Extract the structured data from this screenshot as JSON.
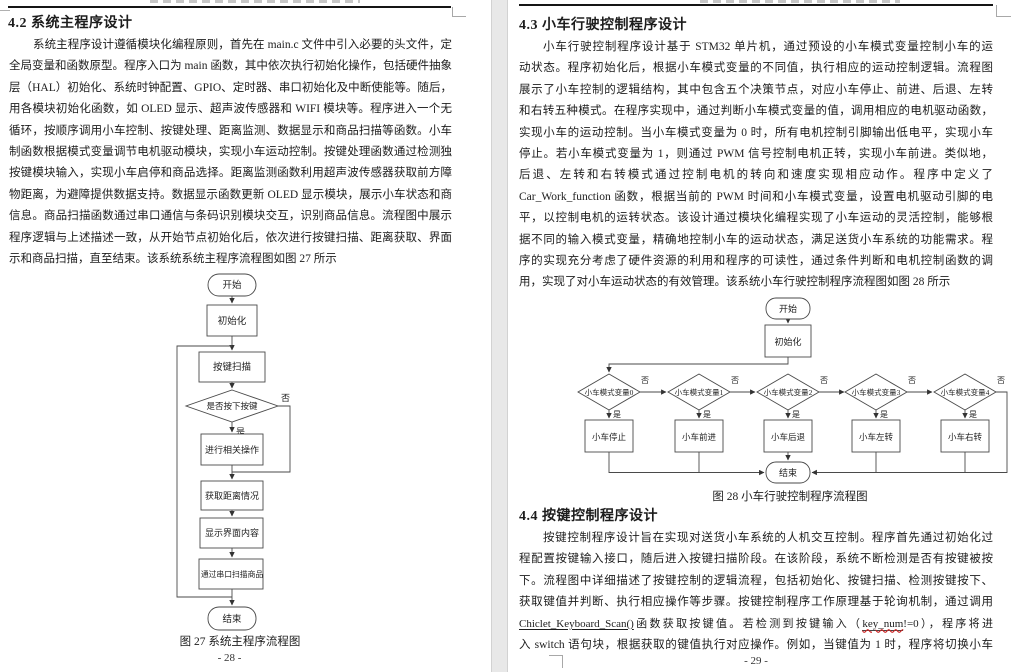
{
  "pages": {
    "left": {
      "heading": "4.2 系统主程序设计",
      "body": [
        "系统主程序设计遵循模块化编程原则，首先在 main.c 文件中引入必要的头文件，定义",
        "全局变量和函数原型。程序入口为 main 函数，其中依次执行初始化操作，包括硬件抽象",
        "层（HAL）初始化、系统时钟配置、GPIO、定时器、串口初始化及中断使能等。随后，调",
        "用各模块初始化函数，如 OLED 显示、超声波传感器和 WIFI 模块等。程序进入一个无限",
        "循环，按顺序调用小车控制、按键处理、距离监测、数据显示和商品扫描等函数。小车控",
        "制函数根据模式变量调节电机驱动模块，实现小车运动控制。按键处理函数通过检测独立",
        "按键模块输入，实现小车启停和商品选择。距离监测函数利用超声波传感器获取前方障碍",
        "物距离，为避障提供数据支持。数据显示函数更新 OLED 显示模块，展示小车状态和商品",
        "信息。商品扫描函数通过串口通信与条码识别模块交互，识别商品信息。流程图中展示的",
        "程序逻辑与上述描述一致，从开始节点初始化后，依次进行按键扫描、距离获取、界面显",
        "示和商品扫描，直至结束。该系统系统主程序流程图如图 27 所示"
      ],
      "figure": {
        "caption": "图 27  系统主程序流程图",
        "nodes": {
          "start": "开始",
          "init": "初始化",
          "scan": "按键扫描",
          "decision": "是否按下按键",
          "yes": "是",
          "no": "否",
          "operate": "进行相关操作",
          "distance": "获取距离情况",
          "display": "显示界面内容",
          "product": "通过串口扫描商品",
          "end": "结束"
        }
      },
      "page_number": "- 28 -"
    },
    "right": {
      "heading": "4.3 小车行驶控制程序设计",
      "body": [
        "小车行驶控制程序设计基于 STM32 单片机，通过预设的小车模式变量控制小车的运",
        "动状态。程序初始化后，根据小车模式变量的不同值，执行相应的运动控制逻辑。流程图",
        "展示了小车控制的逻辑结构，其中包含五个决策节点，对应小车停止、前进、后退、左转",
        "和右转五种模式。在程序实现中，通过判断小车模式变量的值，调用相应的电机驱动函数，",
        "实现小车的运动控制。当小车模式变量为 0 时，所有电机控制引脚输出低电平，实现小车",
        "停止。若小车模式变量为 1，则通过 PWM 信号控制电机正转，实现小车前进。类似地，",
        "后退、左转和右转模式通过控制电机的转向和速度实现相应动作。程序中定义了",
        "Car_Work_function 函数，根据当前的 PWM 时间和小车模式变量，设置电机驱动引脚的电",
        "平，以控制电机的运转状态。该设计通过模块化编程实现了小车运动的灵活控制，能够根",
        "据不同的输入模式变量，精确地控制小车的运动状态，满足送货小车系统的功能需求。程",
        "序的实现充分考虑了硬件资源的利用和程序的可读性，通过条件判断和电机控制函数的调",
        "用，实现了对小车运动状态的有效管理。该系统小车行驶控制程序流程图如图 28 所示"
      ],
      "figure": {
        "caption": "图 28  小车行驶控制程序流程图",
        "nodes": {
          "start": "开始",
          "init": "初始化",
          "end": "结束"
        },
        "yes": "是",
        "no": "否",
        "decisions": [
          "小车模式变量0",
          "小车模式变量1",
          "小车模式变量2",
          "小车模式变量3",
          "小车模式变量4"
        ],
        "actions": [
          "小车停止",
          "小车前进",
          "小车后退",
          "小车左转",
          "小车右转"
        ]
      },
      "heading2": "4.4 按键控制程序设计",
      "body2": [
        "按键控制程序设计旨在实现对送货小车系统的人机交互控制。程序首先通过初始化过",
        "程配置按键输入接口，随后进入按键扫描阶段。在该阶段，系统不断检测是否有按键被按",
        "下。流程图中详细描述了按键控制的逻辑流程，包括初始化、按键扫描、检测按键按下、",
        "获取键值并判断、执行相应操作等步骤。按键控制程序工作原理基于轮询机制，通过调用",
        "入 switch 语句块，根据获取的键值执行对应操作。例如，当键值为 1 时，程序将切换小车"
      ],
      "body2_segments": {
        "func": "Chiclet_Keyboard_Scan()",
        "mid": "函数获取按键值。若检测到按键输入（",
        "var": "key_num",
        "tail": "!=0），程序将进"
      },
      "page_number": "- 29 -"
    }
  }
}
